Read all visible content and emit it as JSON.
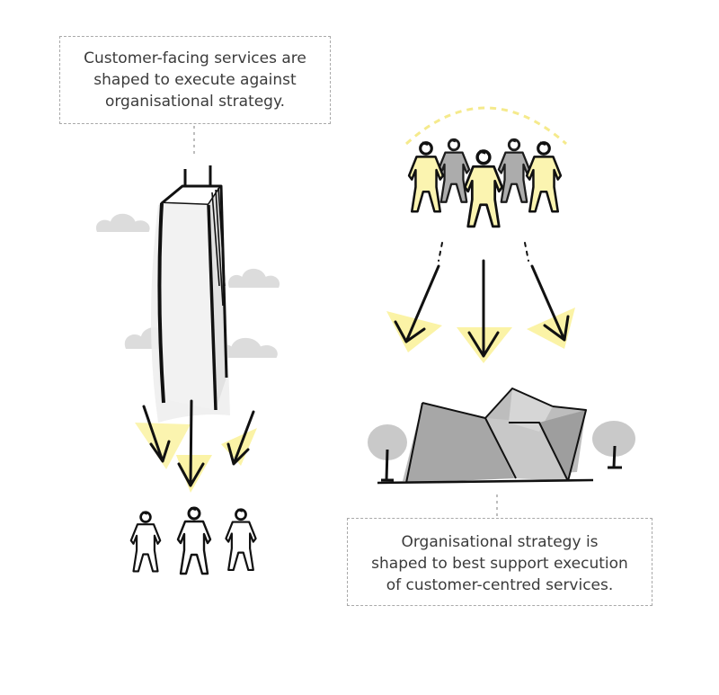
{
  "callouts": {
    "top": {
      "lines": [
        "Customer-facing services are",
        "shaped to execute against",
        "organisational strategy."
      ]
    },
    "bottom": {
      "lines": [
        "Organisational strategy is",
        "shaped to best support execution",
        "of customer-centred services."
      ]
    }
  },
  "colors": {
    "highlight_yellow": "#fbf3a6",
    "person_fill": "#fbf4b0",
    "ink": "#111111",
    "grey_person": "#a8a8a8",
    "cloud": "#dcdcdc",
    "tower_fill": "#ececec",
    "building_fill": "#b3b3b3",
    "tree": "#c9c9c9",
    "dashed_border": "#a9a9a9"
  },
  "icons": {
    "tower": "skyscraper-icon",
    "building": "modern-building-icon",
    "people": "person-icon",
    "arrows": "arrow-down-icon",
    "clouds": "cloud-icon",
    "trees": "tree-icon"
  }
}
